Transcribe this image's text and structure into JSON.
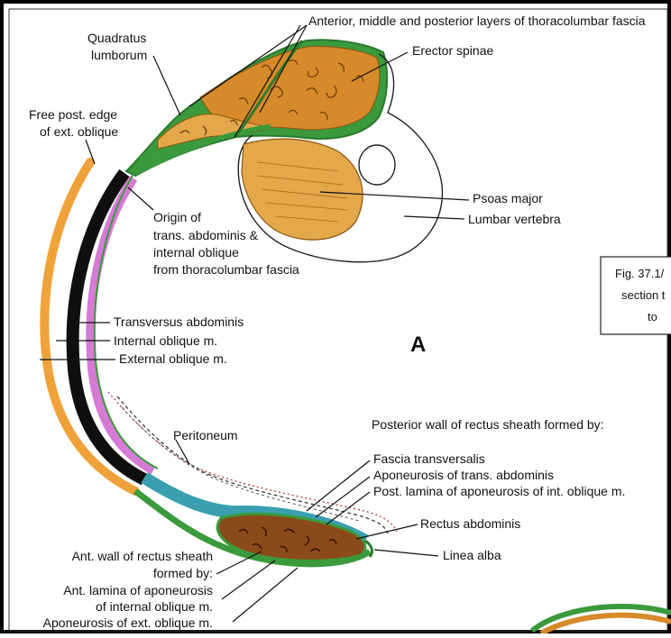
{
  "figure_letter": "A",
  "colors": {
    "fascia_green": "#3a9a3c",
    "fascia_green_dark": "#2c7a2e",
    "muscle_orange": "#d68a2a",
    "muscle_tan": "#e2a84a",
    "rectus_brown": "#8b4a1a",
    "transversus_black": "#0f0f0f",
    "internal_oblique_pink": "#d67ad6",
    "external_oblique_orange": "#f0a23a",
    "peritoneum_red": "#b33a3a",
    "sheath_teal": "#3aa0b0",
    "border_black": "#000000"
  },
  "labels": {
    "thoracolumbar_layers": "Anterior, middle and posterior layers of thoracolumbar fascia",
    "quadratus_1": "Quadratus",
    "quadratus_2": "lumborum",
    "erector_spinae": "Erector spinae",
    "free_post_edge_1": "Free post. edge",
    "free_post_edge_2": "of ext. oblique",
    "origin_1": "Origin of",
    "origin_2": "trans. abdominis &",
    "origin_3": "internal oblique",
    "origin_4": "from thoracolumbar fascia",
    "psoas_major": "Psoas major",
    "lumbar_vertebra": "Lumbar vertebra",
    "transversus_abdominis": "Transversus abdominis",
    "internal_oblique": "Internal oblique m.",
    "external_oblique": "External oblique m.",
    "peritoneum": "Peritoneum",
    "posterior_wall_title": "Posterior wall of rectus sheath formed by:",
    "fascia_transversalis": "Fascia transversalis",
    "aponeurosis_trans": "Aponeurosis of trans. abdominis",
    "post_lamina": "Post. lamina of aponeurosis of int. oblique m.",
    "rectus_abdominis": "Rectus abdominis",
    "linea_alba": "Linea alba",
    "ant_wall_1": "Ant. wall of rectus sheath",
    "ant_wall_2": "formed by:",
    "ant_lamina_1": "Ant. lamina of aponeurosis",
    "ant_lamina_2": "of internal oblique m.",
    "aponeurosis_ext": "Aponeurosis of ext. oblique m."
  },
  "caption_box": {
    "line1": "Fig. 37.1/",
    "line2": "section t",
    "line3": "to"
  }
}
